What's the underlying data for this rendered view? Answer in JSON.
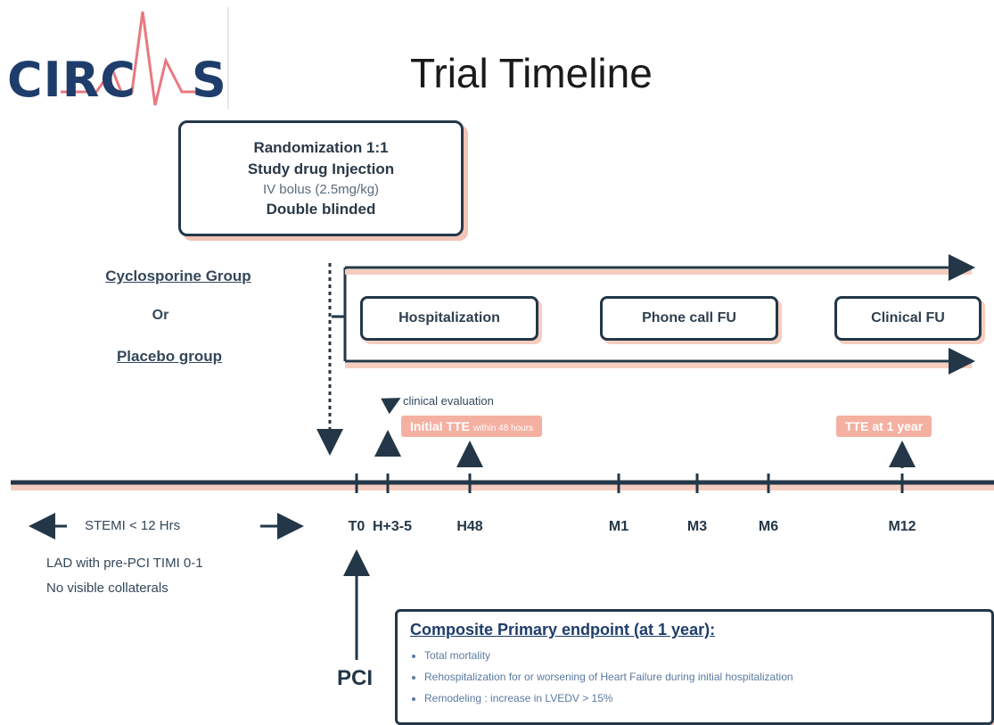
{
  "logo": {
    "text": "CIRC",
    "text_end": "S",
    "ecg_color": "#e24b55"
  },
  "title": "Trial Timeline",
  "randomization": {
    "line1": "Randomization 1:1",
    "line2": "Study drug Injection",
    "line3": "IV bolus (2.5mg/kg)",
    "line4": "Double blinded"
  },
  "groups": {
    "group1": "Cyclosporine Group",
    "or": "Or",
    "group2": "Placebo group"
  },
  "visits": [
    {
      "label": "Hospitalization"
    },
    {
      "label": "Phone call FU"
    },
    {
      "label": "Clinical FU"
    }
  ],
  "notes": {
    "clinical_eval": "clinical evaluation",
    "initial_tte": "Initial TTE",
    "initial_tte_small": "within 48 hours",
    "tte_1year": "TTE at 1 year"
  },
  "timeline": {
    "ticks": [
      "T0",
      "H+3-5",
      "H48",
      "M1",
      "M3",
      "M6",
      "M12"
    ],
    "stemi_range": "STEMI < 12 Hrs",
    "criteria1": "LAD with pre-PCI TIMI 0-1",
    "criteria2": "No visible collaterals",
    "pci": "PCI"
  },
  "endpoint": {
    "title": "Composite Primary endpoint (at 1 year):",
    "items": [
      "Total mortality",
      "Rehospitalization for or worsening of Heart Failure during initial hospitalization",
      "Remodeling : increase in LVEDV > 15%"
    ]
  },
  "colors": {
    "dark": "#233748",
    "shadow": "#f5cdbf",
    "highlight": "#f4b0a1",
    "logo_blue": "#1e3d6b"
  }
}
